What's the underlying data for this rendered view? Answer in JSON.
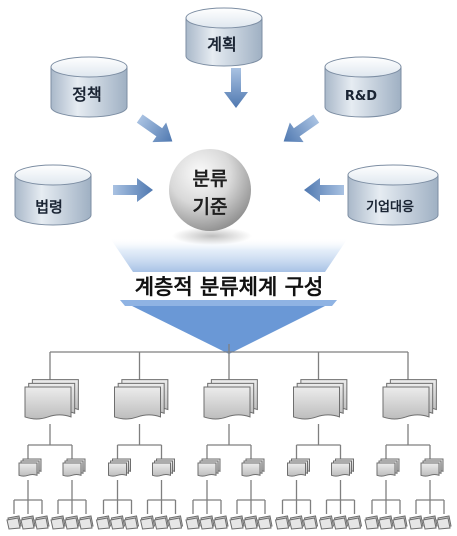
{
  "sources": [
    {
      "id": "plan",
      "label": "계획"
    },
    {
      "id": "policy",
      "label": "정책"
    },
    {
      "id": "rnd",
      "label": "R&D"
    },
    {
      "id": "law",
      "label": "법령"
    },
    {
      "id": "corp",
      "label": "기업대응"
    }
  ],
  "center": {
    "line1": "분류",
    "line2": "기준"
  },
  "banner": "계층적 분류체계 구성",
  "colors": {
    "cylinder_top": "#f3f6fa",
    "cylinder_side": "#c9d4e0",
    "cylinder_edge": "#7d8ea3",
    "arrow": "#5b82b8",
    "funnel": "#7aa7de",
    "sphere_light": "#f2f2f2",
    "sphere_dark": "#8a8a8a",
    "tree_line": "#7f7f7f",
    "doc_fill": "#d7d7d7",
    "doc_edge": "#6e6e6e"
  },
  "tree": {
    "branches": 5,
    "mid_per_branch": 2,
    "leaves_per_mid": 3
  }
}
